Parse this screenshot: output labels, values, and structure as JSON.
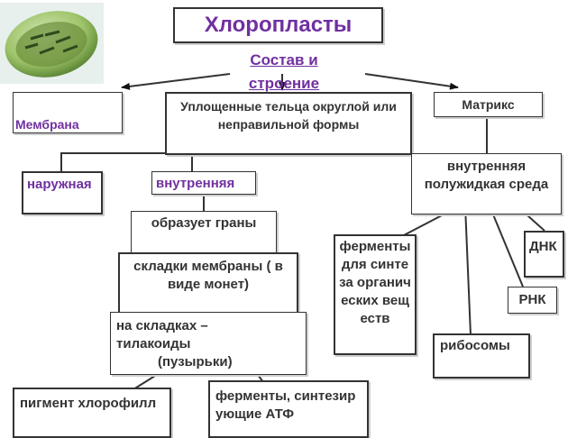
{
  "title": "Хлоропласты",
  "subtitle": "Состав и строение",
  "nodes": {
    "membrane": "Мембрана",
    "bodies": "Уплощенные тельца округлой или неправильной формы",
    "matrix": "Матрикс",
    "outer": "наружная",
    "inner": "внутренняя",
    "inner_env": "внутренняя полужидкая среда",
    "forms_grana": "образует граны",
    "folds": "складки мембраны ( в виде монет)",
    "enzymes_organic": "ферменты для синтеза органических веществ",
    "dna": "ДНК",
    "rna": "РНК",
    "thylakoids_line1": "на складках –",
    "thylakoids_line2": "тилакоиды",
    "thylakoids_line3": "(пузырьки)",
    "ribosomes": "рибосомы",
    "pigment": "пигмент хлорофилл",
    "atp_enzymes": "ферменты, синтезирующие АТФ"
  },
  "colors": {
    "text_primary": "#7030a0",
    "text_secondary": "#333333",
    "line": "#333333"
  },
  "icons": {
    "chloroplast_image": "chloroplast-photo-icon"
  }
}
